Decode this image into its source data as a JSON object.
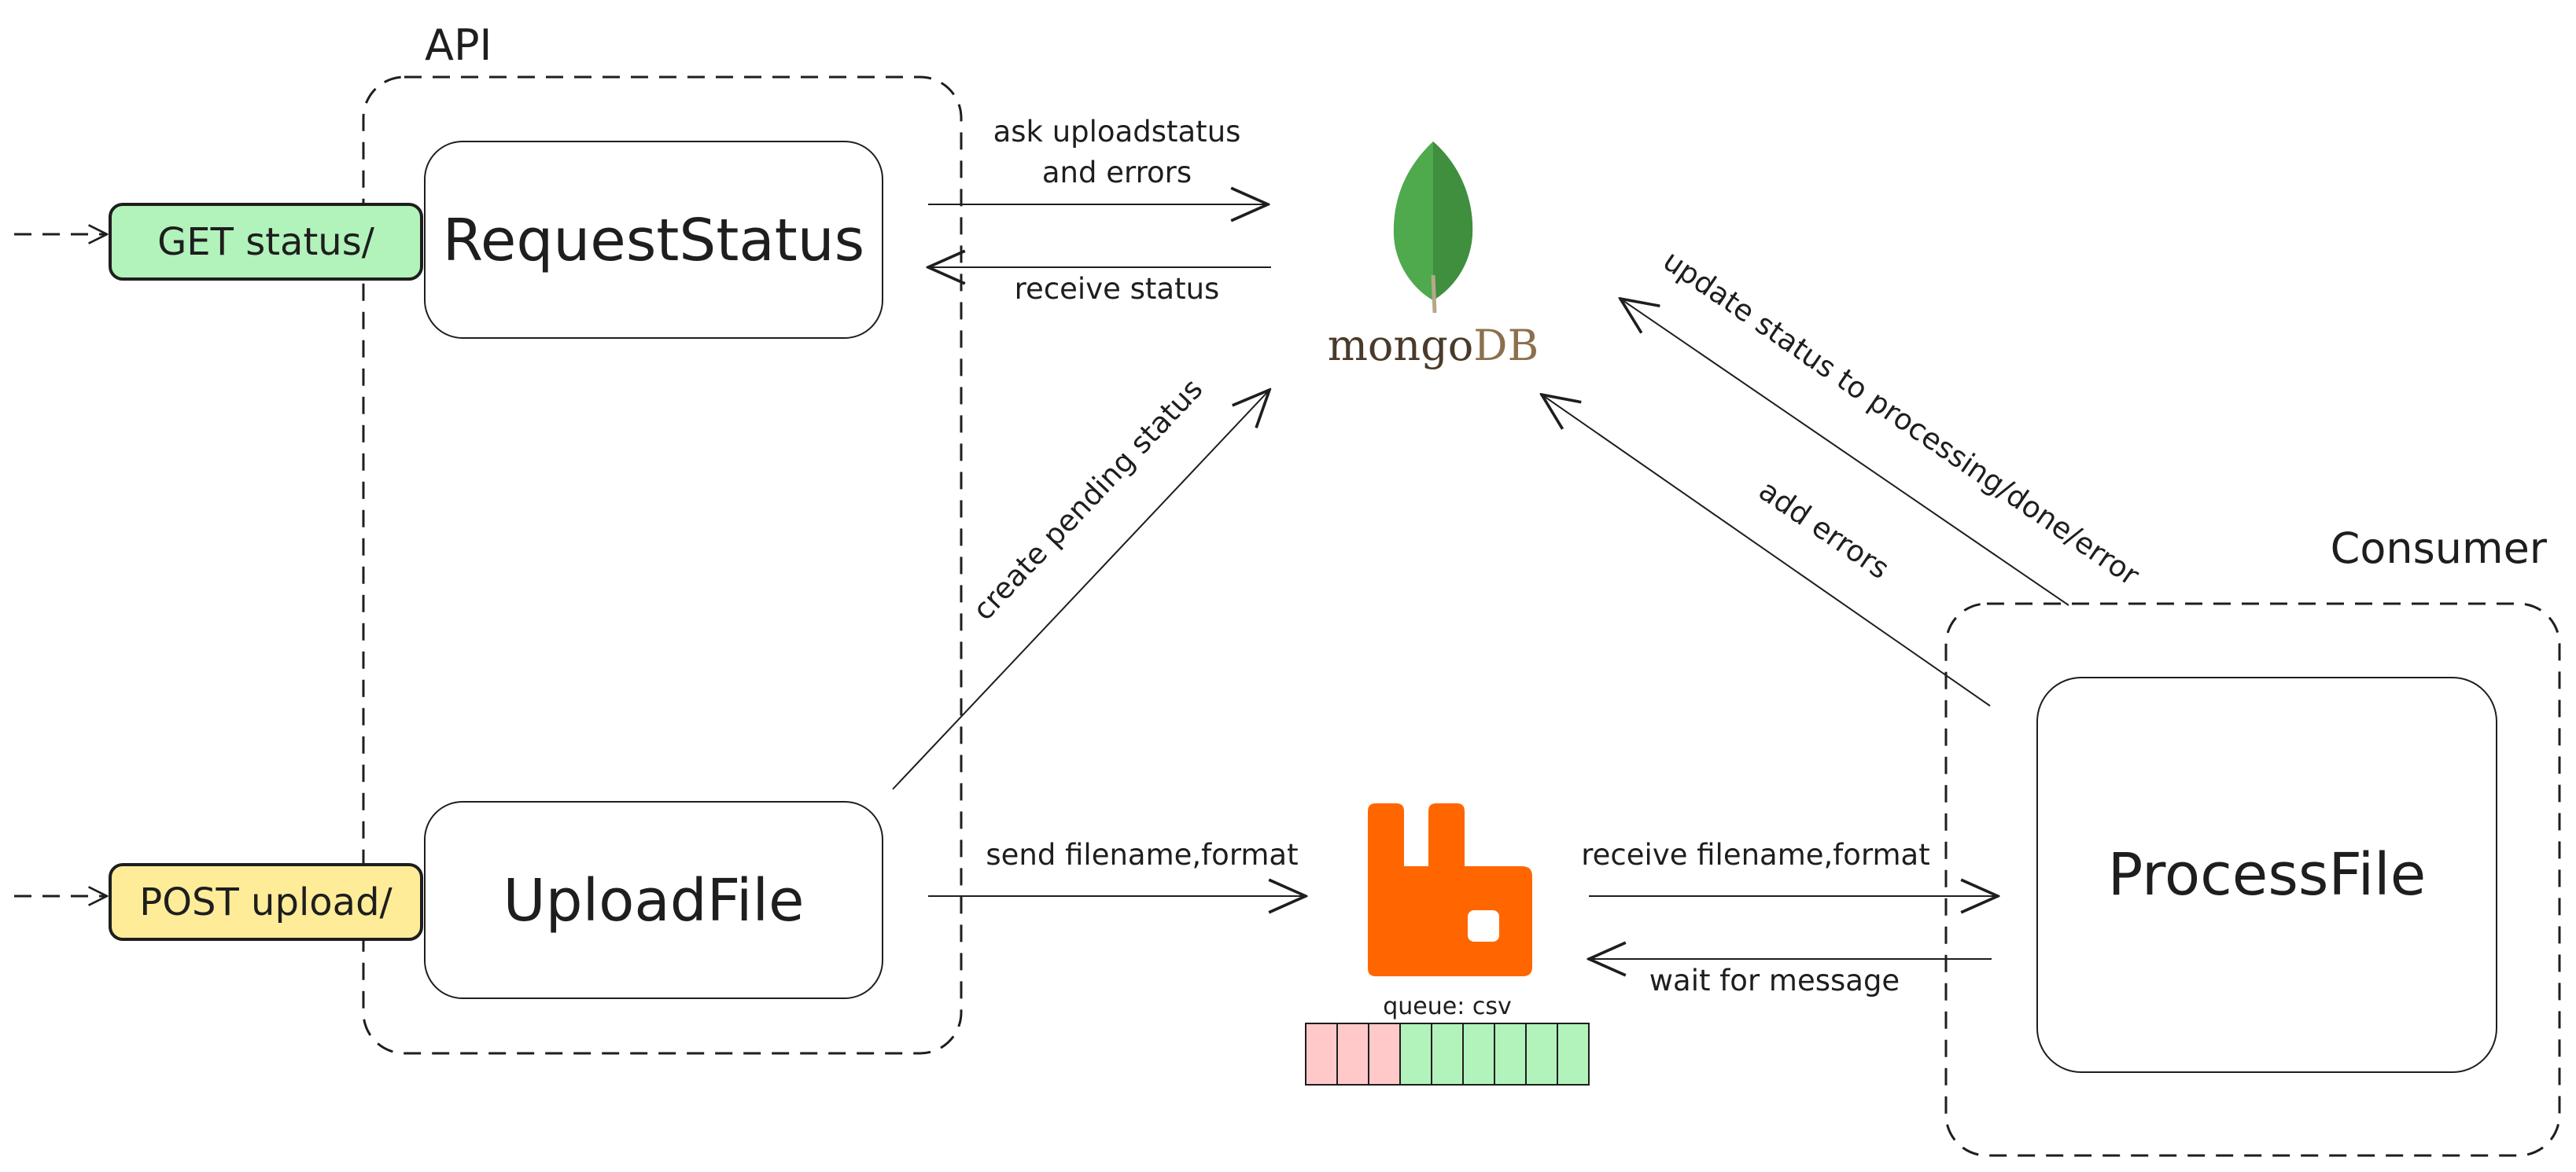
{
  "groups": {
    "api": "API",
    "consumer": "Consumer"
  },
  "endpoints": {
    "get_status": "GET status/",
    "post_upload": "POST upload/"
  },
  "boxes": {
    "request_status": "RequestStatus",
    "upload_file": "UploadFile",
    "process_file": "ProcessFile"
  },
  "edges": {
    "ask_line1": "ask uploadstatus",
    "ask_line2": "and errors",
    "receive_status": "receive status",
    "create_pending": "create pending status",
    "send_filename": "send filename,format",
    "receive_filename": "receive filename,format",
    "wait_message": "wait for message",
    "update_status": "update status to processing/done/error",
    "add_errors": "add errors"
  },
  "logos": {
    "mongo_part1": "mongo",
    "mongo_part2": "DB"
  },
  "queue": {
    "label": "queue: csv",
    "cells": [
      "error",
      "error",
      "error",
      "ok",
      "ok",
      "ok",
      "ok",
      "ok",
      "ok"
    ]
  },
  "colors": {
    "get_endpoint": "#b2f2bb",
    "post_endpoint": "#ffec99",
    "rabbitmq": "#ff6600",
    "mongo_leaf": "#4fa94d",
    "mongo_leaf_dark": "#3f8f3e",
    "mongo_text": "#4a3a2a",
    "mongo_db_text": "#8c6f4e",
    "queue_error": "#ffc9c9",
    "queue_ok": "#b2f2bb"
  }
}
